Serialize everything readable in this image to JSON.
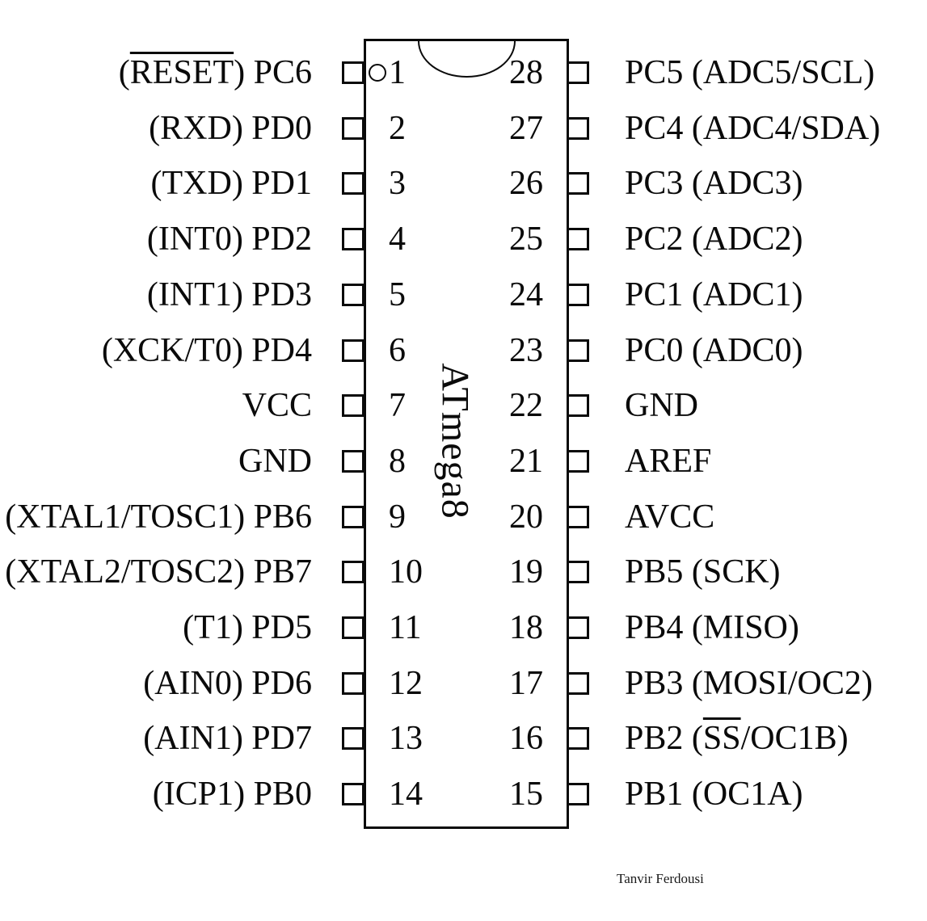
{
  "chip": {
    "name": "ATmega8"
  },
  "credit": {
    "text": "Tanvir Ferdousi"
  },
  "left_pins": [
    {
      "number": "1",
      "pre": "(",
      "over": "RESET",
      "post": ") PC6"
    },
    {
      "number": "2",
      "pre": "(RXD) PD0",
      "over": "",
      "post": ""
    },
    {
      "number": "3",
      "pre": "(TXD) PD1",
      "over": "",
      "post": ""
    },
    {
      "number": "4",
      "pre": "(INT0) PD2",
      "over": "",
      "post": ""
    },
    {
      "number": "5",
      "pre": "(INT1) PD3",
      "over": "",
      "post": ""
    },
    {
      "number": "6",
      "pre": "(XCK/T0) PD4",
      "over": "",
      "post": ""
    },
    {
      "number": "7",
      "pre": "VCC",
      "over": "",
      "post": ""
    },
    {
      "number": "8",
      "pre": "GND",
      "over": "",
      "post": ""
    },
    {
      "number": "9",
      "pre": "(XTAL1/TOSC1) PB6",
      "over": "",
      "post": ""
    },
    {
      "number": "10",
      "pre": "(XTAL2/TOSC2) PB7",
      "over": "",
      "post": ""
    },
    {
      "number": "11",
      "pre": "(T1) PD5",
      "over": "",
      "post": ""
    },
    {
      "number": "12",
      "pre": "(AIN0) PD6",
      "over": "",
      "post": ""
    },
    {
      "number": "13",
      "pre": "(AIN1) PD7",
      "over": "",
      "post": ""
    },
    {
      "number": "14",
      "pre": "(ICP1) PB0",
      "over": "",
      "post": ""
    }
  ],
  "right_pins": [
    {
      "number": "28",
      "pre": "PC5 (ADC5/SCL)",
      "over": "",
      "post": ""
    },
    {
      "number": "27",
      "pre": "PC4 (ADC4/SDA)",
      "over": "",
      "post": ""
    },
    {
      "number": "26",
      "pre": "PC3 (ADC3)",
      "over": "",
      "post": ""
    },
    {
      "number": "25",
      "pre": "PC2 (ADC2)",
      "over": "",
      "post": ""
    },
    {
      "number": "24",
      "pre": "PC1 (ADC1)",
      "over": "",
      "post": ""
    },
    {
      "number": "23",
      "pre": "PC0 (ADC0)",
      "over": "",
      "post": ""
    },
    {
      "number": "22",
      "pre": "GND",
      "over": "",
      "post": ""
    },
    {
      "number": "21",
      "pre": "AREF",
      "over": "",
      "post": ""
    },
    {
      "number": "20",
      "pre": "AVCC",
      "over": "",
      "post": ""
    },
    {
      "number": "19",
      "pre": "PB5 (SCK)",
      "over": "",
      "post": ""
    },
    {
      "number": "18",
      "pre": "PB4 (MISO)",
      "over": "",
      "post": ""
    },
    {
      "number": "17",
      "pre": "PB3 (MOSI/OC2)",
      "over": "",
      "post": ""
    },
    {
      "number": "16",
      "pre": "PB2 (",
      "over": "SS",
      "post": "/OC1B)"
    },
    {
      "number": "15",
      "pre": "PB1 (OC1A)",
      "over": "",
      "post": ""
    }
  ]
}
